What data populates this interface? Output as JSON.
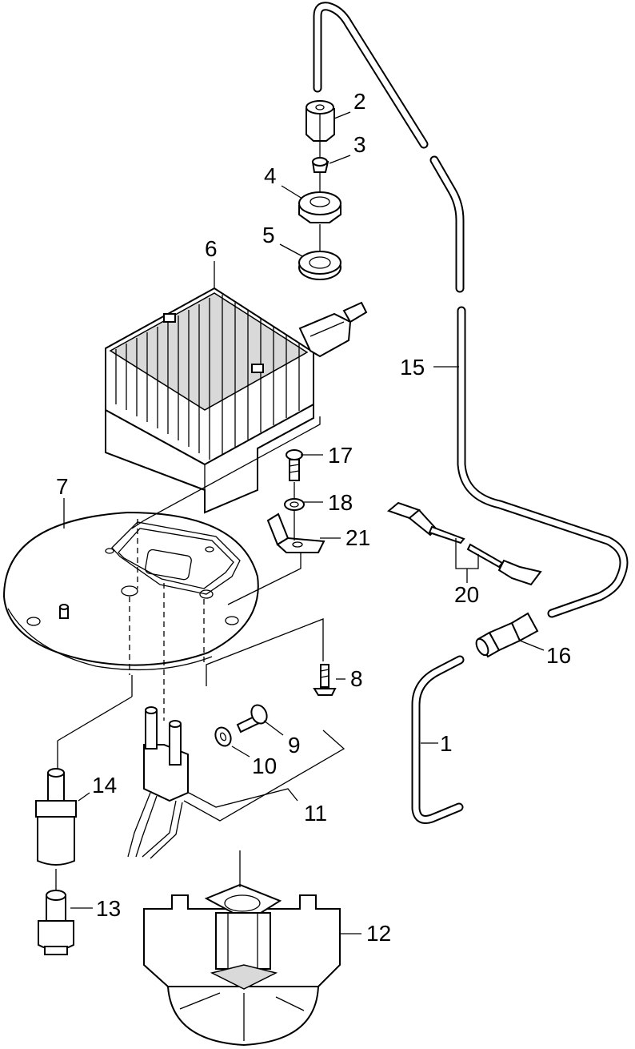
{
  "diagram": {
    "part_labels": {
      "p1": "1",
      "p2": "2",
      "p3": "3",
      "p4": "4",
      "p5": "5",
      "p6": "6",
      "p7": "7",
      "p8": "8",
      "p9": "9",
      "p10": "10",
      "p11": "11",
      "p12": "12",
      "p13": "13",
      "p14": "14",
      "p15": "15",
      "p16": "16",
      "p17": "17",
      "p18": "18",
      "p20": "20",
      "p21": "21"
    }
  }
}
